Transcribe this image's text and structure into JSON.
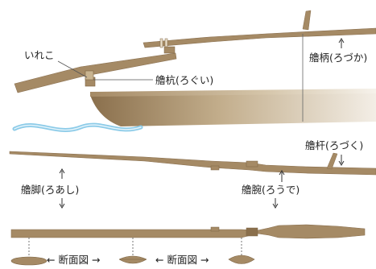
{
  "labels": {
    "ireko": "いれこ",
    "rogui": "艪杭(ろぐい)",
    "rozuka": "艪柄(ろづか)",
    "rozuku": "艪杆(ろづく)",
    "roashi": "艪脚(ろあし)",
    "roude": "艪腕(ろうで)",
    "section_view_1": "← 断面図 →",
    "section_view_2": "← 断面図 →"
  },
  "colors": {
    "wood": "#a58a65",
    "wood_dark": "#7d6443",
    "wood_light": "#c9b490",
    "hull_light": "#ece4d8",
    "water": "#8ccbe8",
    "water_light": "#cfeaf7",
    "text": "#222222"
  }
}
